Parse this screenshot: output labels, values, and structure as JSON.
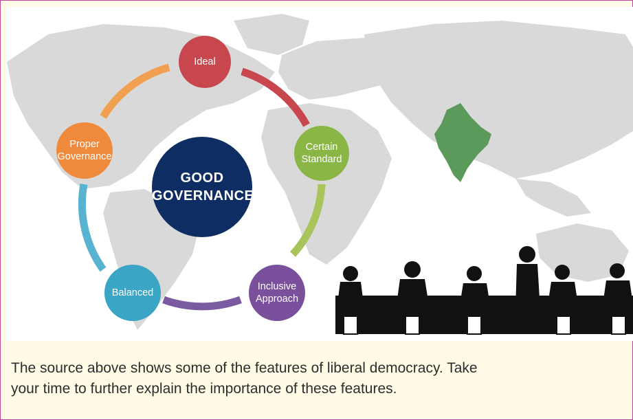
{
  "diagram": {
    "center": {
      "line1": "GOOD",
      "line2": "GOVERNANCE",
      "color": "#0e2e63"
    },
    "nodes": [
      {
        "id": "ideal",
        "lines": [
          "Ideal"
        ],
        "color": "#c8474f"
      },
      {
        "id": "certain-standard",
        "lines": [
          "Certain",
          "Standard"
        ],
        "color": "#8ab646"
      },
      {
        "id": "inclusive-approach",
        "lines": [
          "Inclusive",
          "Approach"
        ],
        "color": "#7a4f9b"
      },
      {
        "id": "balanced",
        "lines": [
          "Balanced"
        ],
        "color": "#3aa5c4"
      },
      {
        "id": "proper-governance",
        "lines": [
          "Proper",
          "Governance"
        ],
        "color": "#ef8a3c"
      }
    ],
    "arc_colors": [
      "#c8474f",
      "#a8c45a",
      "#7a5aa0",
      "#57b3cf",
      "#f0a050"
    ],
    "map_color": "#d9d9d9",
    "highlight_country_color": "#5c9a5c"
  },
  "caption": {
    "line1": "The source above shows some of the features of liberal democracy. Take",
    "line2": "your time to further explain the importance of these features."
  }
}
